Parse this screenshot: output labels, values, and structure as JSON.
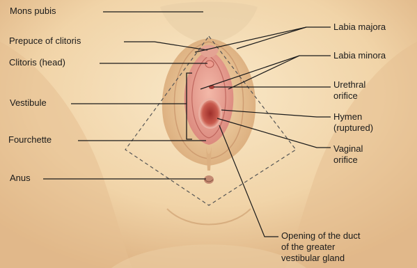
{
  "labels": {
    "mons_pubis": "Mons pubis",
    "prepuce_of_clitoris": "Prepuce of clitoris",
    "clitoris_head": "Clitoris (head)",
    "vestibule": "Vestibule",
    "fourchette": "Fourchette",
    "anus": "Anus",
    "labia_majora": "Labia majora",
    "labia_minora": "Labia minora",
    "urethral_orifice_line1": "Urethral",
    "urethral_orifice_line2": "orifice",
    "hymen_line1": "Hymen",
    "hymen_line2": "(ruptured)",
    "vaginal_orifice_line1": "Vaginal",
    "vaginal_orifice_line2": "orifice",
    "greater_vestibular_gland_line1": "Opening of the duct",
    "greater_vestibular_gland_line2": "of the greater",
    "greater_vestibular_gland_line3": "vestibular gland"
  },
  "colors": {
    "skin_light": "#f7e2bf",
    "skin_mid": "#eccb9c",
    "skin_shadow": "#d7aa78",
    "tissue_pink": "#e59a8f",
    "tissue_deep": "#c2564e",
    "leader_line": "#1a1a1a"
  }
}
